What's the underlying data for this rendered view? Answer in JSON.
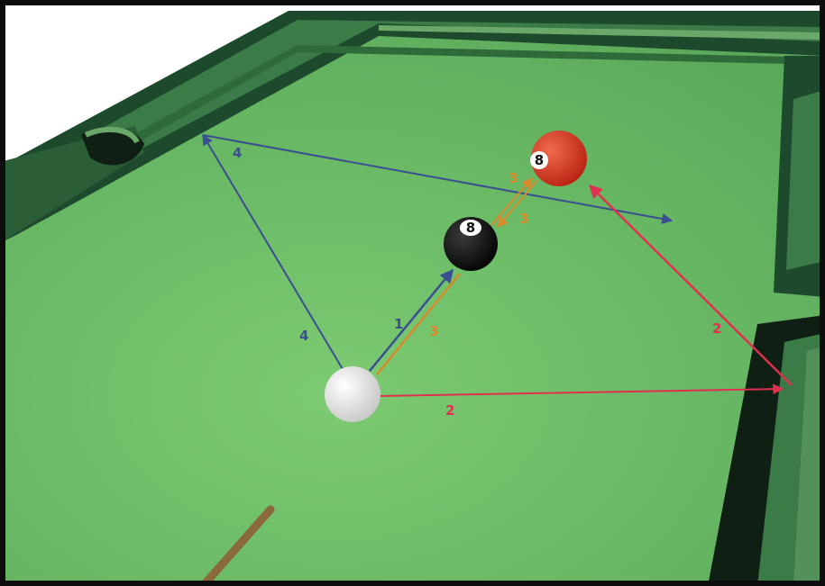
{
  "diagram": {
    "colors": {
      "frame": "#0d0d0d",
      "felt": "#62b261",
      "felt_light": "#7ccb72",
      "rail_dark": "#1d4a2c",
      "rail": "#3b7b48",
      "rail_light": "#6aa86a",
      "cue_ball": "#f4f4f4",
      "eight_ball": "#0b0b0b",
      "red_ball": "#cc2a17",
      "cue_stick": "#8a6a3c",
      "blue_path": "#3a4e90",
      "orange_path": "#d98a2b",
      "pink_path": "#e0304f"
    },
    "balls": [
      {
        "name": "cue-ball",
        "number": ""
      },
      {
        "name": "eight-ball",
        "number": "8"
      },
      {
        "name": "red-ball",
        "number": "8"
      }
    ],
    "paths": [
      {
        "id": "1",
        "color": "blue_path",
        "labels": [
          "1"
        ]
      },
      {
        "id": "2",
        "color": "pink_path",
        "labels": [
          "2",
          "2"
        ]
      },
      {
        "id": "3",
        "color": "orange_path",
        "labels": [
          "3",
          "3",
          "3"
        ]
      },
      {
        "id": "4",
        "color": "blue_path",
        "labels": [
          "4",
          "4"
        ]
      }
    ]
  }
}
